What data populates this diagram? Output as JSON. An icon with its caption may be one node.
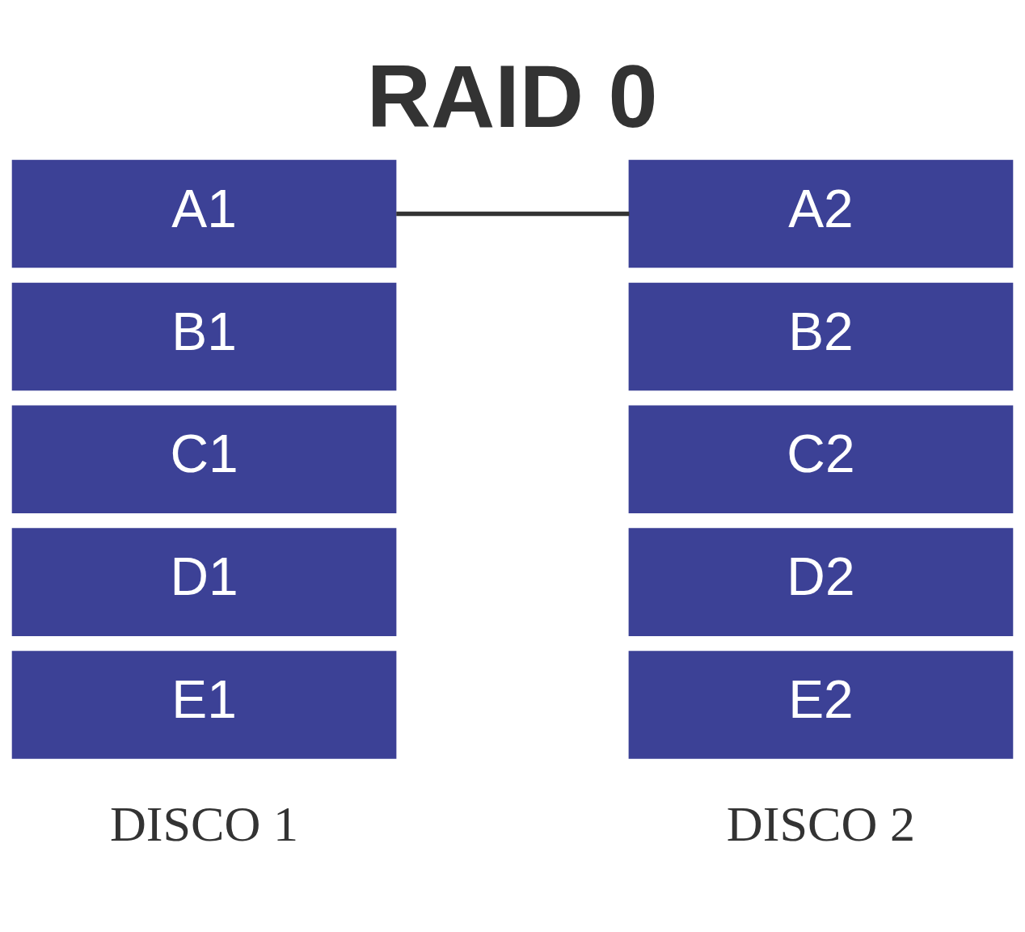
{
  "diagram": {
    "title": "RAID 0",
    "nodes": [
      {
        "text": [
          "A1"
        ]
      },
      {
        "text": [
          "B1"
        ]
      },
      {
        "text": [
          "C1"
        ]
      },
      {
        "text": [
          "D1"
        ]
      },
      {
        "text": [
          "E1"
        ]
      },
      {
        "text": [
          "A2"
        ]
      },
      {
        "text": [
          "B2"
        ]
      },
      {
        "text": [
          "C2"
        ]
      },
      {
        "text": [
          "D2"
        ]
      },
      {
        "text": [
          "E2"
        ]
      }
    ],
    "edges": [
      {
        "from": 0,
        "to": 5,
        "arrow": "none"
      }
    ],
    "labels": [
      "DISCO 1",
      "DISCO 2"
    ]
  }
}
